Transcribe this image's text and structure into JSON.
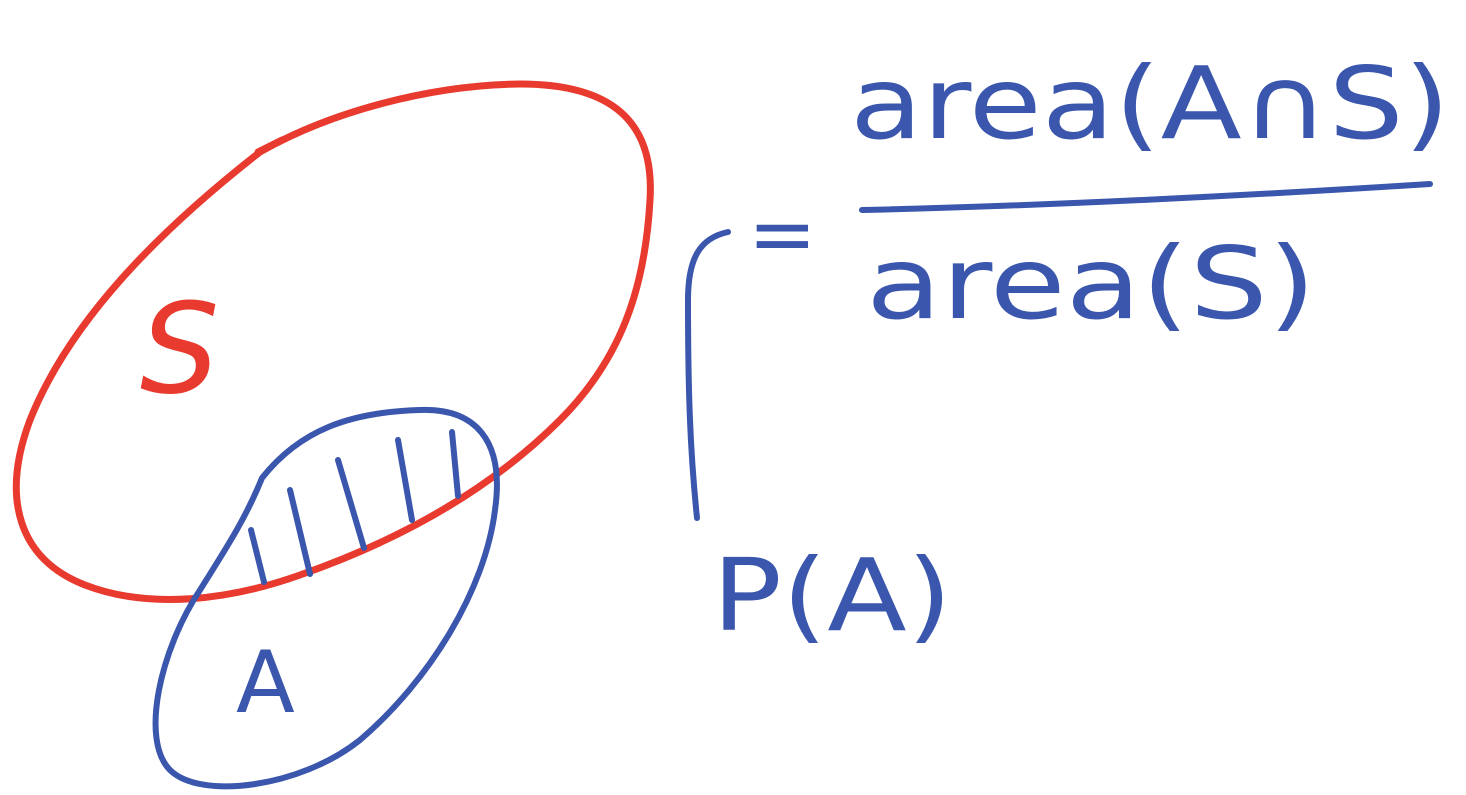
{
  "colors": {
    "ink_red": "#e83a2f",
    "ink_blue": "#3a56ad",
    "background": "#ffffff"
  },
  "labels": {
    "set_s": "S",
    "set_a": "A",
    "probability": "P(A)",
    "equals": "=",
    "numerator": "area(A∩S)",
    "denominator": "area(S)"
  }
}
